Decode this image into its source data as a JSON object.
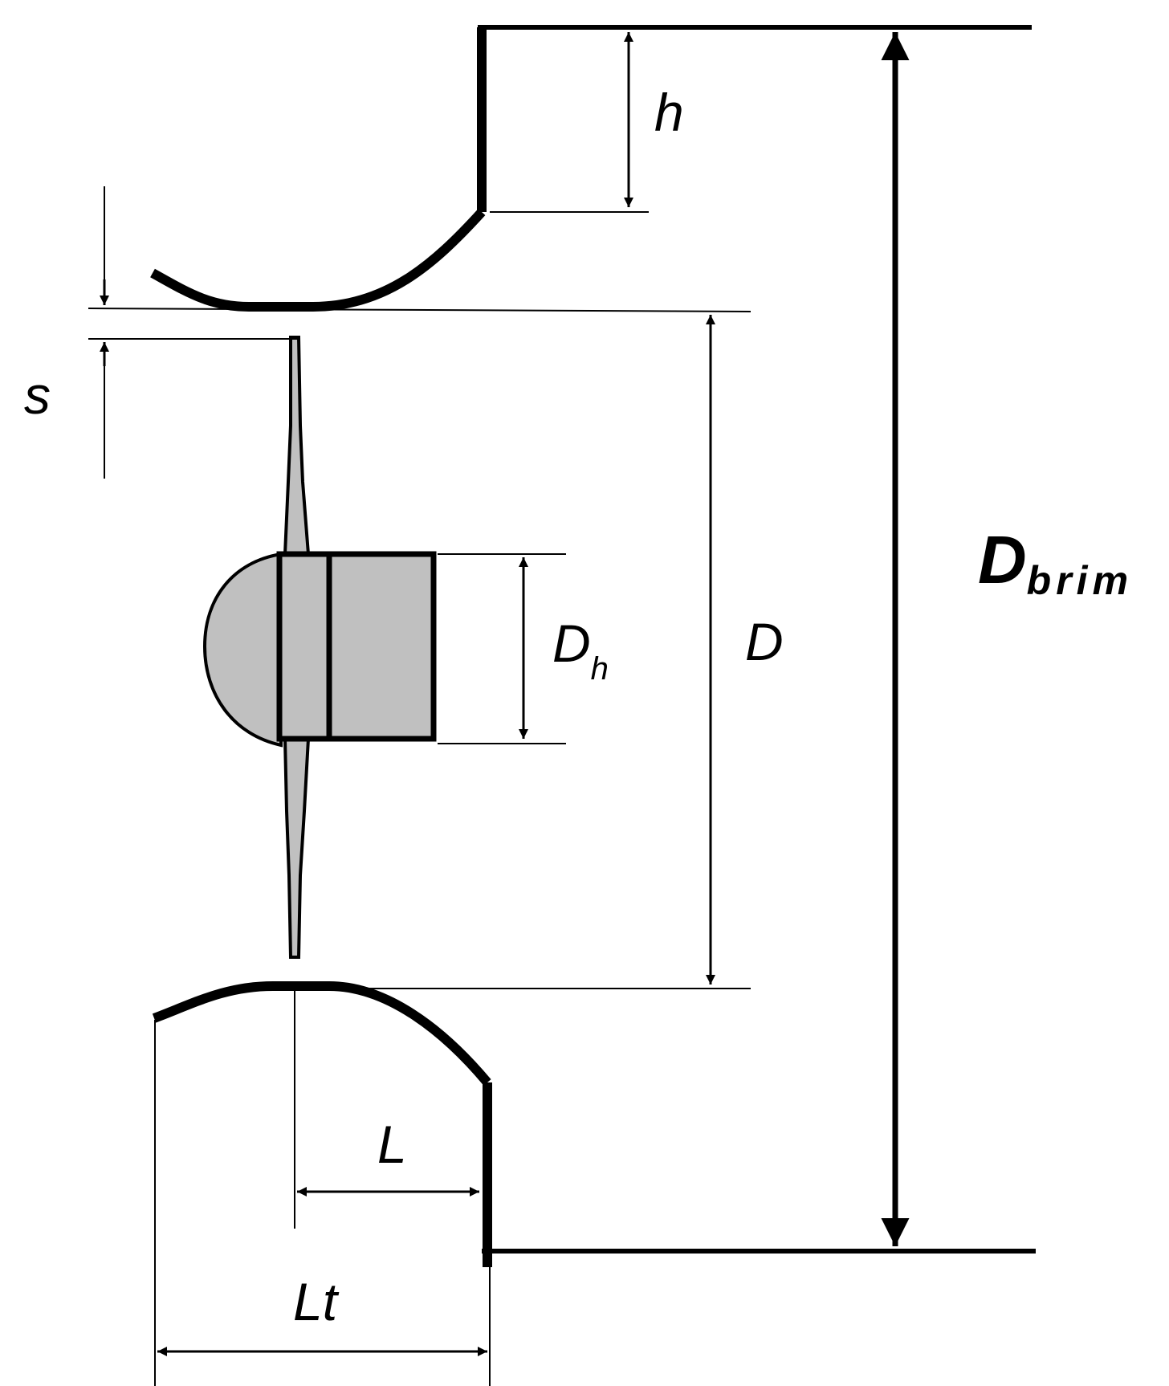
{
  "labels": {
    "h": "h",
    "s": "s",
    "D": "D",
    "D_h_main": "D",
    "D_h_sub": "h",
    "D_brim_main": "D",
    "D_brim_sub": "brim",
    "L": "L",
    "Lt": "Lt"
  },
  "colors": {
    "stroke": "#000000",
    "hub_fill": "#c0c0c0",
    "background": "#ffffff"
  }
}
